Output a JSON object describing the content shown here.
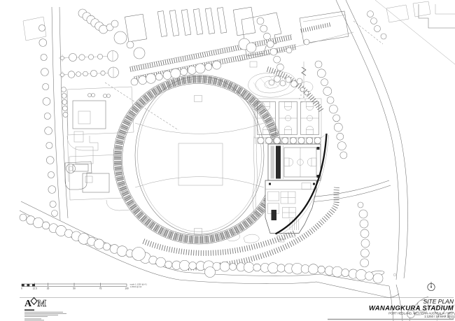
{
  "sheet": {
    "background": "#ffffff",
    "line_color": "#6f6f6f",
    "accent_black": "#111111"
  },
  "title_block": {
    "drawing_title": "SITE PLAN",
    "project_name": "WANANGKURA STADIUM",
    "project_location": "PORT HEDLAND, WESTERN AUSTRALIA / 0857",
    "scale_and_date": "1:1250 / 19 MAR 2013"
  },
  "scale_bar": {
    "tick_labels": [
      "0",
      "12.5",
      "25",
      "50",
      "75",
      "100"
    ],
    "caption_line1": "scale 1:1250 @ A1",
    "caption_line2": "1:2500 @ A3"
  },
  "logo": {
    "letter_a": "A",
    "letter_m": "M"
  }
}
